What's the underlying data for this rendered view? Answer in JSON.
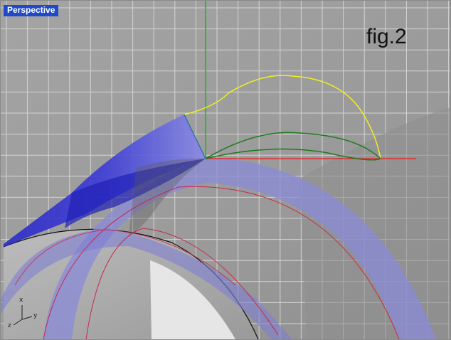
{
  "viewport": {
    "title": "Perspective",
    "annotation": "fig.2"
  },
  "axis_triad": {
    "x_label": "x",
    "y_label": "y",
    "z_label": "z"
  },
  "colors": {
    "viewport_tab_bg": "#1f49c7",
    "background": "#9c9c9c",
    "grid_line": "#d4d4d4",
    "x_axis": "#e03030",
    "y_axis": "#22c022",
    "profile_curve": "#f0f020",
    "section_curve": "#1e7a1e",
    "blade_surface": "#3a3ad0",
    "ring_surface": "#8080e0",
    "circle_curve": "#c8284a"
  }
}
